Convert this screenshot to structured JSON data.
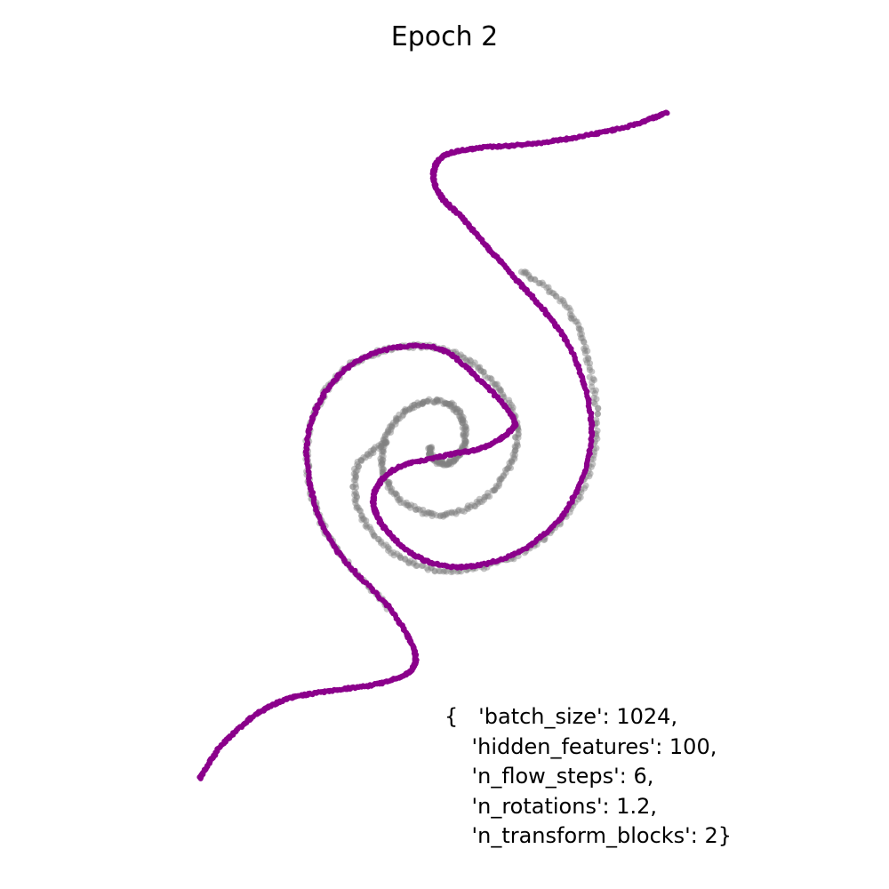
{
  "chart_data": {
    "type": "scatter",
    "title": "Epoch 2",
    "axes_visible": false,
    "grid": false,
    "xlim": [
      -4.5,
      4.5
    ],
    "ylim": [
      -4.5,
      4.5
    ],
    "series": [
      {
        "role": "target",
        "color": "#808080",
        "opacity": 0.45,
        "points": [
          [
            -0.75,
            -2.2
          ],
          [
            -1.4,
            -1.5
          ],
          [
            -1.75,
            -0.8
          ],
          [
            -1.85,
            0.1
          ],
          [
            -1.5,
            0.85
          ],
          [
            -0.9,
            1.25
          ],
          [
            -0.1,
            1.3
          ],
          [
            0.55,
            0.95
          ],
          [
            0.95,
            0.35
          ],
          [
            0.9,
            -0.25
          ],
          [
            0.5,
            -0.75
          ],
          [
            -0.1,
            -0.95
          ],
          [
            -0.65,
            -0.7
          ],
          [
            -0.85,
            -0.2
          ],
          [
            -0.7,
            0.25
          ],
          [
            -0.35,
            0.55
          ],
          [
            0.05,
            0.55
          ],
          [
            0.25,
            0.3
          ],
          [
            0.25,
            -0.05
          ],
          [
            0.05,
            -0.25
          ],
          [
            -0.15,
            -0.2
          ],
          [
            -0.2,
            -0.05
          ]
        ]
      },
      {
        "role": "target",
        "color": "#808080",
        "opacity": 0.45,
        "points": [
          [
            1.05,
            2.35
          ],
          [
            1.65,
            1.85
          ],
          [
            1.95,
            1.1
          ],
          [
            2.05,
            0.1
          ],
          [
            1.75,
            -0.8
          ],
          [
            1.15,
            -1.4
          ],
          [
            0.25,
            -1.7
          ],
          [
            -0.55,
            -1.55
          ],
          [
            -1.1,
            -1.0
          ],
          [
            -1.2,
            -0.35
          ],
          [
            -0.8,
            0.05
          ]
        ]
      },
      {
        "role": "model",
        "color": "#8b008b",
        "opacity": 1.0,
        "points": [
          [
            -3.3,
            -4.5
          ],
          [
            -3.0,
            -4.05
          ],
          [
            -2.55,
            -3.65
          ],
          [
            -2.1,
            -3.43
          ],
          [
            -1.5,
            -3.32
          ],
          [
            -0.85,
            -3.22
          ],
          [
            -0.45,
            -3.05
          ],
          [
            -0.42,
            -2.75
          ],
          [
            -0.75,
            -2.2
          ],
          [
            -1.4,
            -1.5
          ],
          [
            -1.75,
            -0.8
          ],
          [
            -1.85,
            0.1
          ],
          [
            -1.5,
            0.85
          ],
          [
            -0.9,
            1.25
          ],
          [
            -0.1,
            1.3
          ],
          [
            0.5,
            0.85
          ],
          [
            0.93,
            0.35
          ],
          [
            0.85,
            0.15
          ],
          [
            0.5,
            -0.05
          ],
          [
            0.0,
            -0.15
          ],
          [
            -0.6,
            -0.3
          ],
          [
            -0.9,
            -0.55
          ],
          [
            -0.95,
            -0.85
          ],
          [
            -0.75,
            -1.2
          ],
          [
            -0.3,
            -1.55
          ],
          [
            0.3,
            -1.65
          ],
          [
            1.0,
            -1.45
          ],
          [
            1.6,
            -0.95
          ],
          [
            1.95,
            -0.15
          ],
          [
            1.95,
            0.55
          ],
          [
            1.7,
            1.3
          ],
          [
            1.35,
            1.8
          ],
          [
            0.95,
            2.25
          ],
          [
            0.55,
            2.7
          ],
          [
            0.25,
            3.05
          ],
          [
            -0.05,
            3.35
          ],
          [
            -0.15,
            3.65
          ],
          [
            0.0,
            3.9
          ],
          [
            0.45,
            4.0
          ],
          [
            1.1,
            4.05
          ],
          [
            1.8,
            4.15
          ],
          [
            2.5,
            4.3
          ],
          [
            3.0,
            4.48
          ]
        ]
      }
    ]
  },
  "config": {
    "lines": [
      "{   'batch_size': 1024,",
      "    'hidden_features': 100,",
      "    'n_flow_steps': 6,",
      "    'n_rotations': 1.2,",
      "    'n_transform_blocks': 2}"
    ]
  }
}
